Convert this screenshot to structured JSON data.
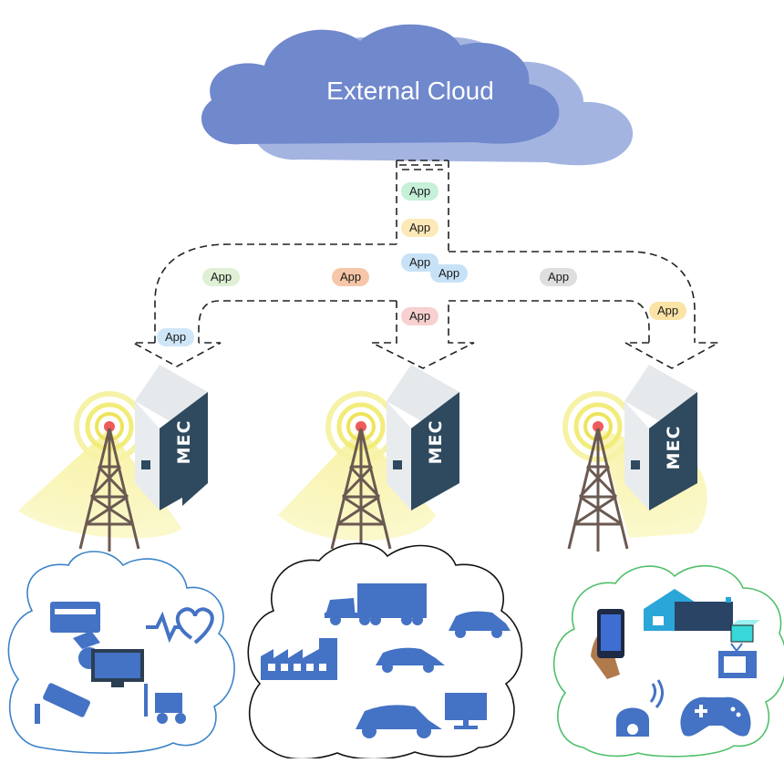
{
  "cloud": {
    "label": "External Cloud",
    "color": "#7088cc"
  },
  "apps": [
    {
      "label": "App",
      "color": "#c6f0d8"
    },
    {
      "label": "App",
      "color": "#fde9b8"
    },
    {
      "label": "App",
      "color": "#c7e2f7"
    },
    {
      "label": "App",
      "color": "#c7e2f7"
    },
    {
      "label": "App",
      "color": "#dff0d4"
    },
    {
      "label": "App",
      "color": "#f6c6a8"
    },
    {
      "label": "App",
      "color": "#dedede"
    },
    {
      "label": "App",
      "color": "#f8d0d0"
    },
    {
      "label": "App",
      "color": "#fbe3a6"
    },
    {
      "label": "App",
      "color": "#cfe6f8"
    }
  ],
  "mec_nodes": [
    {
      "label": "MEC"
    },
    {
      "label": "MEC"
    },
    {
      "label": "MEC"
    }
  ],
  "device_clouds": [
    {
      "border_color": "#3b83c8",
      "icons": [
        "credit-card-icon",
        "heart-rate-icon",
        "computer-monitor-icon",
        "security-camera-icon",
        "forklift-icon"
      ]
    },
    {
      "border_color": "#111111",
      "icons": [
        "truck-icon",
        "car-icon",
        "factory-icon",
        "car-icon",
        "car-icon",
        "monitor-icon"
      ]
    },
    {
      "border_color": "#4fbf6a",
      "icons": [
        "smartphone-icon",
        "house-icon",
        "box-icon",
        "television-icon",
        "wifi-camera-icon",
        "gamepad-icon"
      ]
    }
  ],
  "colors": {
    "icon_blue": "#4472c4",
    "server_dark": "#2f4a5e",
    "signal_yellow": "#f5f08a"
  }
}
